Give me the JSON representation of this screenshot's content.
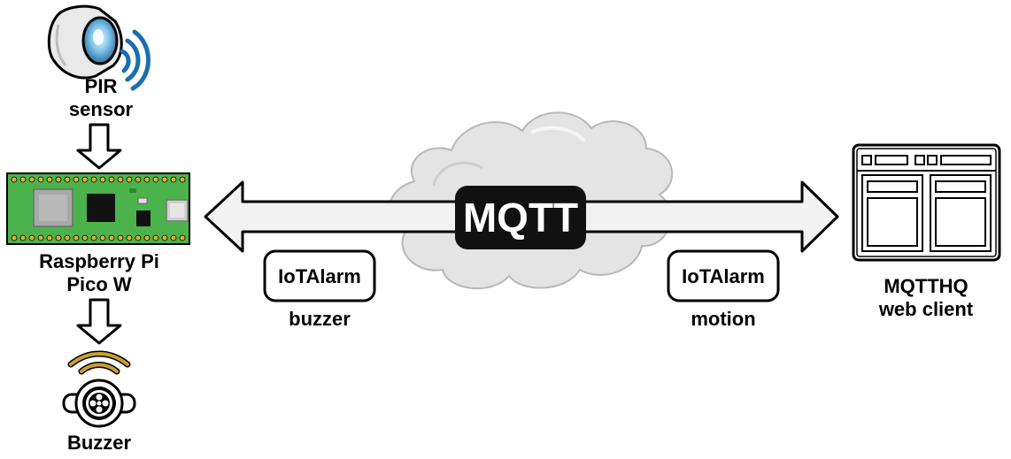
{
  "pir": {
    "line1": "PIR",
    "line2": "sensor"
  },
  "pico": {
    "line1": "Raspberry Pi",
    "line2": "Pico W"
  },
  "buzzer": {
    "label": "Buzzer"
  },
  "broker": {
    "label": "MQTT"
  },
  "client": {
    "line1": "MQTTHQ",
    "line2": "web client"
  },
  "topics": [
    {
      "name": "IoTAlarm",
      "sub": "buzzer"
    },
    {
      "name": "IoTAlarm",
      "sub": "motion"
    }
  ],
  "colors": {
    "board_green": "#4cb34c",
    "board_dark": "#2e8a34",
    "chip": "#111111",
    "shield": "#a8a8a8",
    "pin_gold": "#d9b23a",
    "wave_blue": "#1a6fb0",
    "wave_gold": "#c9a030",
    "cloud": "#e6e6e6",
    "arrow_fill": "#f2f2f2",
    "mqtt_box": "#111111"
  }
}
